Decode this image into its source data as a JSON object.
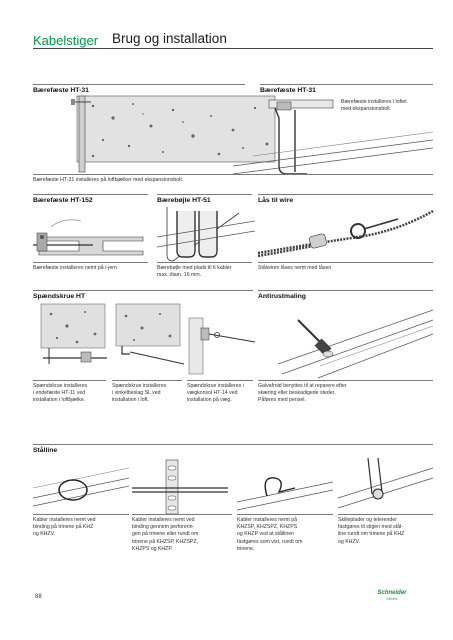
{
  "header": {
    "title": "Kabelstiger",
    "subtitle": "Brug og installation"
  },
  "sections": {
    "s1": {
      "title_left": "Bærefæste HT-31",
      "title_right": "Bærefæste HT-31",
      "caption_right": "Bærefæste installeres i loftet\nmed ekspansionsbolt.",
      "caption_bottom": "Bærefæste HT-31 installeres på loftbjælker med ekspansionsbolt."
    },
    "s2": {
      "title_a": "Bærefæste HT-152",
      "title_b": "Bærebøjle HT-51",
      "title_c": "Lås til wire",
      "caption_a": "Bærefæste installeres nemt på I-jern.",
      "caption_b": "Bærebøjle med plads til 6 kabler\nmax. diam. 16 mm.",
      "caption_c": "Stålwiren låses nemt med låsen"
    },
    "s3": {
      "title_left": "Spændskrue HT",
      "title_right": "Antirustmaling",
      "caption_a": "Spændskrue installeres\ni endefæste HT-11 ved\ninstallation i loftbjælke.",
      "caption_b": "Spændskrue installeres\ni vinkelbeslag SL ved\ninstallation i loft.",
      "caption_c": "Spændskrue installeres i\nvægkonsol HT-14 ved\ninstallation på væg.",
      "caption_d": "Galvafroid benyttes til at reparere efter\nskæring eller beskadigede steder.\nPåføres med pensel."
    },
    "s4": {
      "title": "Stålline",
      "caption_a": "Kabler installeres nemt ved\nbinding på trinene på KHZ\nog KHZV.",
      "caption_b": "Kabler installeres nemt ved\nbinding gennem perforerin-\ngen på trinene eller rundt om\ntrinene på KHZSP, KHZSPZ,\nKHZPS og KHZP.",
      "caption_c": "Kabler installeres nemt på\nKHZSP, KHZSPZ, KHZPS\nog KHZP ved at stållinen\nfastgøres som vist, rundt om\ntrinene.",
      "caption_d": "Skilleplader og telerender\nfastgøres til stigen med stål-\nline rundt om trinene på KHZ\nog KHZV."
    }
  },
  "footer": {
    "page_number": "88",
    "brand": "Schneider",
    "brand_sub": "Electric"
  }
}
